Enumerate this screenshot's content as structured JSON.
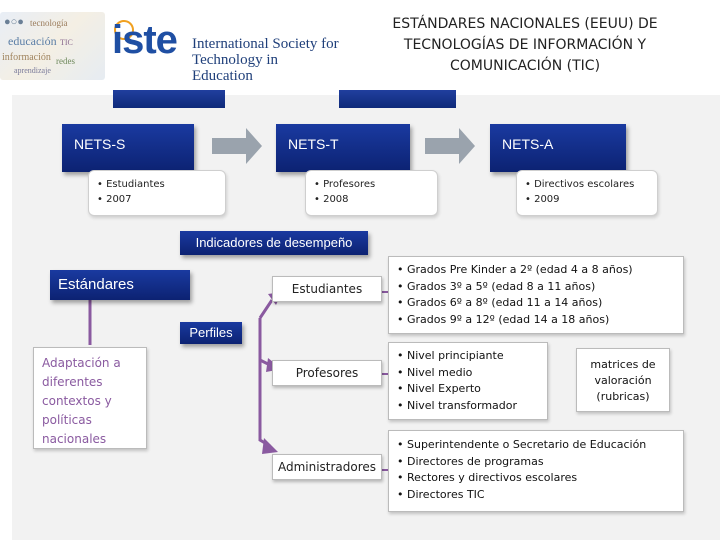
{
  "header": {
    "title": "ESTÁNDARES NACIONALES (EEUU) DE TECNOLOGÍAS DE INFORMACIÓN Y COMUNICACIÓN (TIC)",
    "logo_mark": "iste",
    "logo_tagline_1": "International Society for",
    "logo_tagline_2": "Technology in Education"
  },
  "nets": [
    {
      "label": "NETS-S",
      "items": [
        "Estudiantes",
        "2007"
      ]
    },
    {
      "label": "NETS-T",
      "items": [
        "Profesores",
        "2008"
      ]
    },
    {
      "label": "NETS-A",
      "items": [
        "Directivos escolares",
        "2009"
      ]
    }
  ],
  "indicadores": "Indicadores de desempeño",
  "perfiles": "Perfiles",
  "estandares": "Estándares",
  "adaptacion": "Adaptación a diferentes contextos y políticas nacionales",
  "roles": [
    "Estudiantes",
    "Profesores",
    "Administradores"
  ],
  "grados": [
    "Grados Pre Kinder a 2º (edad 4 a 8 años)",
    "Grados 3º a 5º (edad 8 a 11 años)",
    "Grados 6º a 8º (edad 11 a 14 años)",
    "Grados 9º a 12º (edad 14 a 18 años)"
  ],
  "niveles": [
    "Nivel principiante",
    "Nivel medio",
    "Nivel Experto",
    "Nivel transformador"
  ],
  "matrices": "matrices de valoración (rubricas)",
  "admin_items": [
    "Superintendente o Secretario de Educación",
    "Directores de programas",
    "Rectores y directivos escolares",
    "Directores TIC"
  ],
  "colors": {
    "navy": "#102a80",
    "light_navy": "#1a3aa0",
    "arrow_gray": "#9aa3ad",
    "arrow_purple": "#8a5aa0",
    "panel": "#f2f2f2"
  }
}
